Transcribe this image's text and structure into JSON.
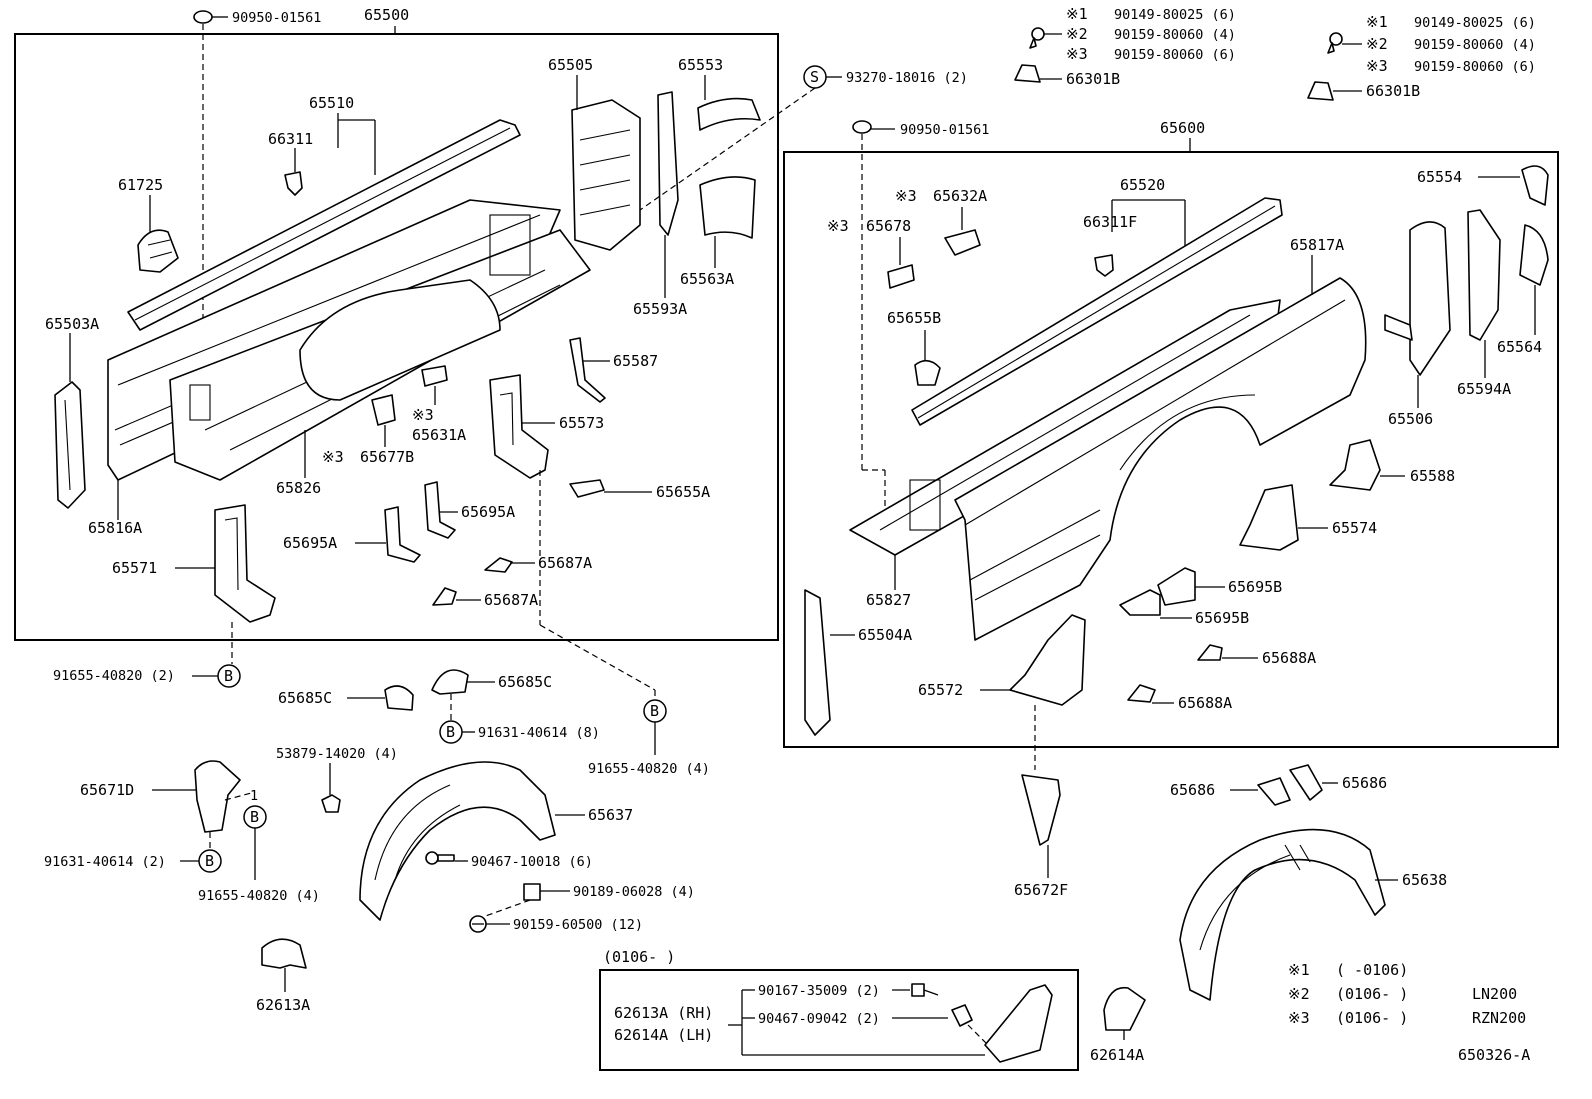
{
  "diagram": {
    "left_assembly": {
      "part_no": "65500",
      "labels": {
        "grommet": "90950-01561",
        "rail": "65510",
        "clip": "66311",
        "cap": "61725",
        "front_panel": "65503A",
        "side_panel": "65816A",
        "floor": "65826",
        "bracket_a": "65677B",
        "bracket_b": "65631A",
        "mark3": "※3",
        "tail_panel": "65505",
        "tail_cap": "65553",
        "pillar": "65593A",
        "corner": "65563A",
        "stay": "65587",
        "brace": "65573",
        "plate": "65655A",
        "support": "65571",
        "shim_a": "65695A",
        "shim_b": "65695A",
        "hook_a": "65687A",
        "hook_b": "65687A",
        "s_bolt": "93270-18016 (2)",
        "s_mark": "S"
      }
    },
    "top_right_hardware": {
      "clip_part": "66301B",
      "lines": [
        {
          "mark": "※1",
          "part": "90149-80025 (6)"
        },
        {
          "mark": "※2",
          "part": "90159-80060 (4)"
        },
        {
          "mark": "※3",
          "part": "90159-80060 (6)"
        }
      ]
    },
    "right_assembly": {
      "part_no": "65600",
      "labels": {
        "grommet": "90950-01561",
        "bracket_a": "65632A",
        "bracket_b": "65678",
        "mark3": "※3",
        "rail": "65520",
        "clip": "66311F",
        "side_panel": "65817A",
        "corner": "65655B",
        "floor": "65827",
        "front_panel": "65504A",
        "tail_top": "65554",
        "tail_panel": "65506",
        "pillar": "65594A",
        "tail_cap": "65564",
        "stay": "65588",
        "support": "65574",
        "shim_a": "65695B",
        "shim_b": "65695B",
        "brace": "65572",
        "hook_a": "65688A",
        "hook_b": "65688A"
      }
    },
    "loose_parts": {
      "bolt_b1": "91655-40820 (2)",
      "b_mark": "B",
      "clamp_a": "65685C",
      "clamp_b": "65685C",
      "bolt_8": "91631-40614 (8)",
      "bolt_b2": "91655-40820 (4)",
      "nut": "53879-14020 (4)",
      "bracket_d": "65671D",
      "bolt_2": "91631-40614 (2)",
      "bolt_b3": "91655-40820 (4)",
      "liner_l": "65637",
      "screw_a": "90467-10018 (6)",
      "nut_b": "90189-06028 (4)",
      "screw_b": "90159-60500 (12)",
      "mud_a": "62613A",
      "bracket_f": "65672F",
      "hanger_a": "65686",
      "hanger_b": "65686",
      "liner_r": "65638",
      "mud_b": "62614A",
      "ref": "650326-A",
      "mark_1": "1"
    },
    "mudguard_box": {
      "date_code": "(0106-       )",
      "rh": "62613A (RH)",
      "lh": "62614A (LH)",
      "bolt": "90167-35009 (2)",
      "clip": "90467-09042 (2)"
    },
    "footnotes": [
      {
        "mark": "※1",
        "range": "(      -0106)",
        "model": ""
      },
      {
        "mark": "※2",
        "range": "(0106-      )",
        "model": "LN200"
      },
      {
        "mark": "※3",
        "range": "(0106-      )",
        "model": "RZN200"
      }
    ]
  }
}
